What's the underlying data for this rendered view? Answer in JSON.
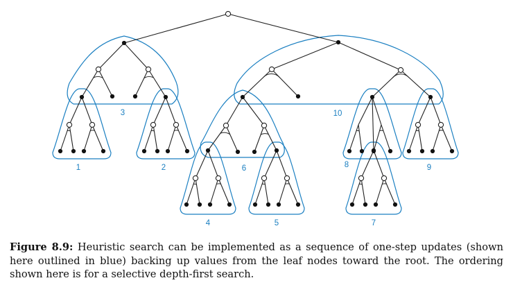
{
  "figure": {
    "label": "Figure 8.9:",
    "caption": "Heuristic search can be implemented as a sequence of one-step updates (shown here outlined in blue) backing up values from the leaf nodes toward the root. The ordering shown here is for a selective depth-first search.",
    "outline_color": "#1a7fc1",
    "edge_color": "#222222",
    "update_labels": [
      "1",
      "2",
      "3",
      "4",
      "5",
      "6",
      "7",
      "8",
      "9",
      "10"
    ]
  }
}
